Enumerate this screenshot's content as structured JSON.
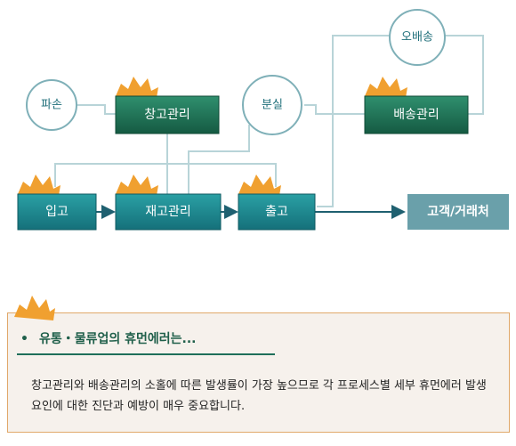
{
  "diagram": {
    "nodes": {
      "warehouse": "창고관리",
      "delivery": "배송관리",
      "inbound": "입고",
      "inventory": "재고관리",
      "outbound": "출고",
      "customer": "고객/거래처"
    },
    "circles": {
      "damage": "파손",
      "loss": "분실",
      "misdelivery": "오배송"
    }
  },
  "callout": {
    "bullet": "•",
    "title": "유통・물류업의 휴먼에러는...",
    "body": "창고관리와 배송관리의 소홀에 따른 발생률이 가장 높으므로 각 프로세스별 세부 휴먼에러 발생 요인에 대한 진단과 예방이 매우 중요합니다."
  },
  "colors": {
    "node_dark": "#1a6b4f",
    "node_teal": "#1a7f86",
    "customer": "#6aa0aa",
    "burst": "#f0a030",
    "line": "#9cc0c6"
  }
}
